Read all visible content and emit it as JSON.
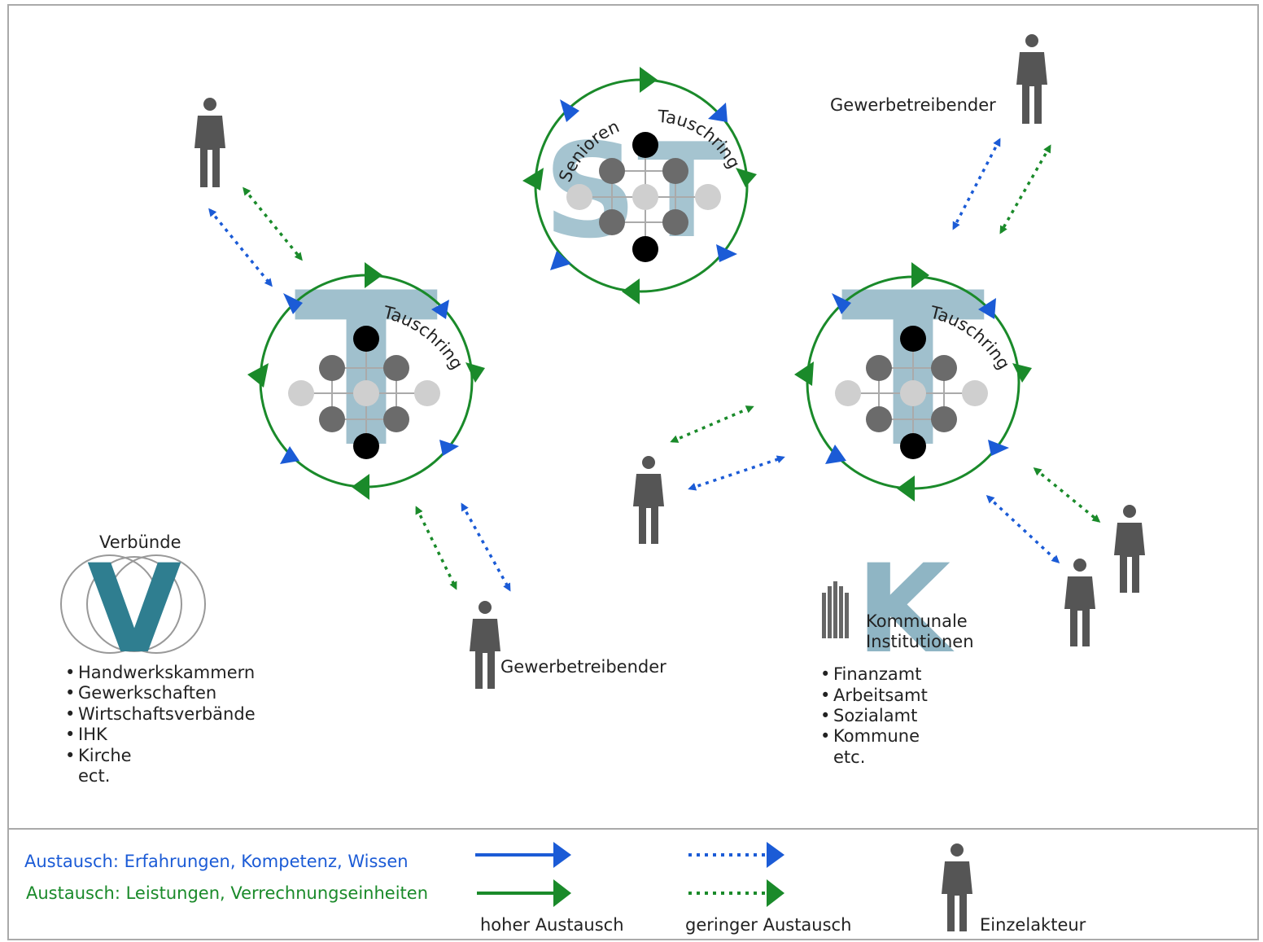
{
  "colors": {
    "blue": "#1b5bd6",
    "green": "#1a8a2a",
    "person": "#555555",
    "letter": "#8fb5c4",
    "v_letter": "#2f7e90",
    "node_black": "#000000",
    "node_dark": "#6b6b6b",
    "node_light": "#cfcfcf",
    "border": "#aaaaaa"
  },
  "rings": {
    "left": {
      "letter": "T",
      "arc_text": "Tauschring"
    },
    "center": {
      "letter": "ST",
      "arc_text_1": "Senioren",
      "arc_text_2": "Tauschring"
    },
    "right": {
      "letter": "T",
      "arc_text": "Tauschring"
    }
  },
  "actors": {
    "top_right_label": "Gewerbetreibender",
    "bottom_label": "Gewerbetreibender"
  },
  "verbuende": {
    "title": "Verbünde",
    "letter": "V",
    "items": [
      "Handwerkskammern",
      "Gewerkschaften",
      "Wirtschaftsverbände",
      "IHK",
      "Kirche"
    ],
    "tail": "ect."
  },
  "kommunal": {
    "letter": "K",
    "title_line1": "Kommunale",
    "title_line2": "Institutionen",
    "items": [
      "Finanzamt",
      "Arbeitsamt",
      "Sozialamt",
      "Kommune"
    ],
    "tail": "etc."
  },
  "legend": {
    "blue_label": "Austausch: Erfahrungen, Kompetenz, Wissen",
    "green_label": "Austausch: Leistungen, Verrechnungseinheiten",
    "high_label": "hoher Austausch",
    "low_label": "geringer Austausch",
    "actor_label": "Einzelakteur"
  }
}
